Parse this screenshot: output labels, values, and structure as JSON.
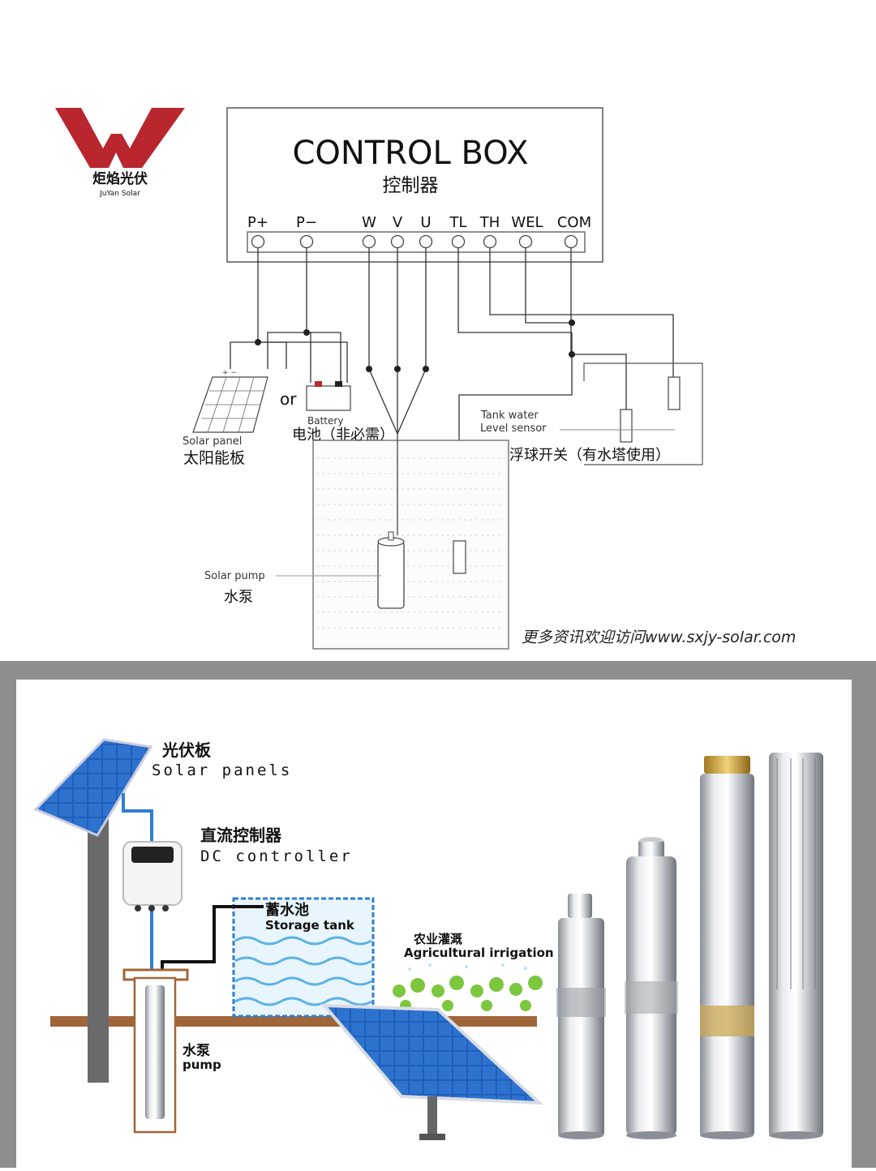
{
  "logo": {
    "text_cn": "炬焰光伏",
    "text_en": "JuYan Solar"
  },
  "control_box": {
    "title": "CONTROL BOX",
    "title_cn": "控制器",
    "terminals": [
      "P+",
      "P−",
      "W",
      "V",
      "U",
      "TL",
      "TH",
      "WEL",
      "COM"
    ]
  },
  "wiring": {
    "or_label": "or",
    "battery_en": "Battery",
    "battery_cn": "电池（非必需）",
    "solar_panel_en": "Solar panel",
    "solar_panel_cn": "太阳能板",
    "tank_sensor_en_1": "Tank water",
    "tank_sensor_en_2": "Level sensor",
    "tank_sensor_cn": "浮球开关（有水塔使用）",
    "pump_en": "Solar pump",
    "pump_cn": "水泵",
    "website": "更多资讯欢迎访问www.sxjy-solar.com"
  },
  "system": {
    "panels_cn": "光伏板",
    "panels_en": "Solar panels",
    "controller_cn": "直流控制器",
    "controller_en": "DC controller",
    "tank_cn": "蓄水池",
    "tank_en": "Storage tank",
    "irrigation_cn": "农业灌溉",
    "irrigation_en": "Agricultural irrigation",
    "pump_cn": "水泵",
    "pump_en": "pump"
  },
  "colors": {
    "logo_red": "#b9262d",
    "panel_blue": "#1f5fb8",
    "water_blue": "#7fc3ea",
    "pipe_blue": "#2f7fd0",
    "ground_brown": "#a0663a",
    "pole_gray": "#6a6a6a"
  }
}
